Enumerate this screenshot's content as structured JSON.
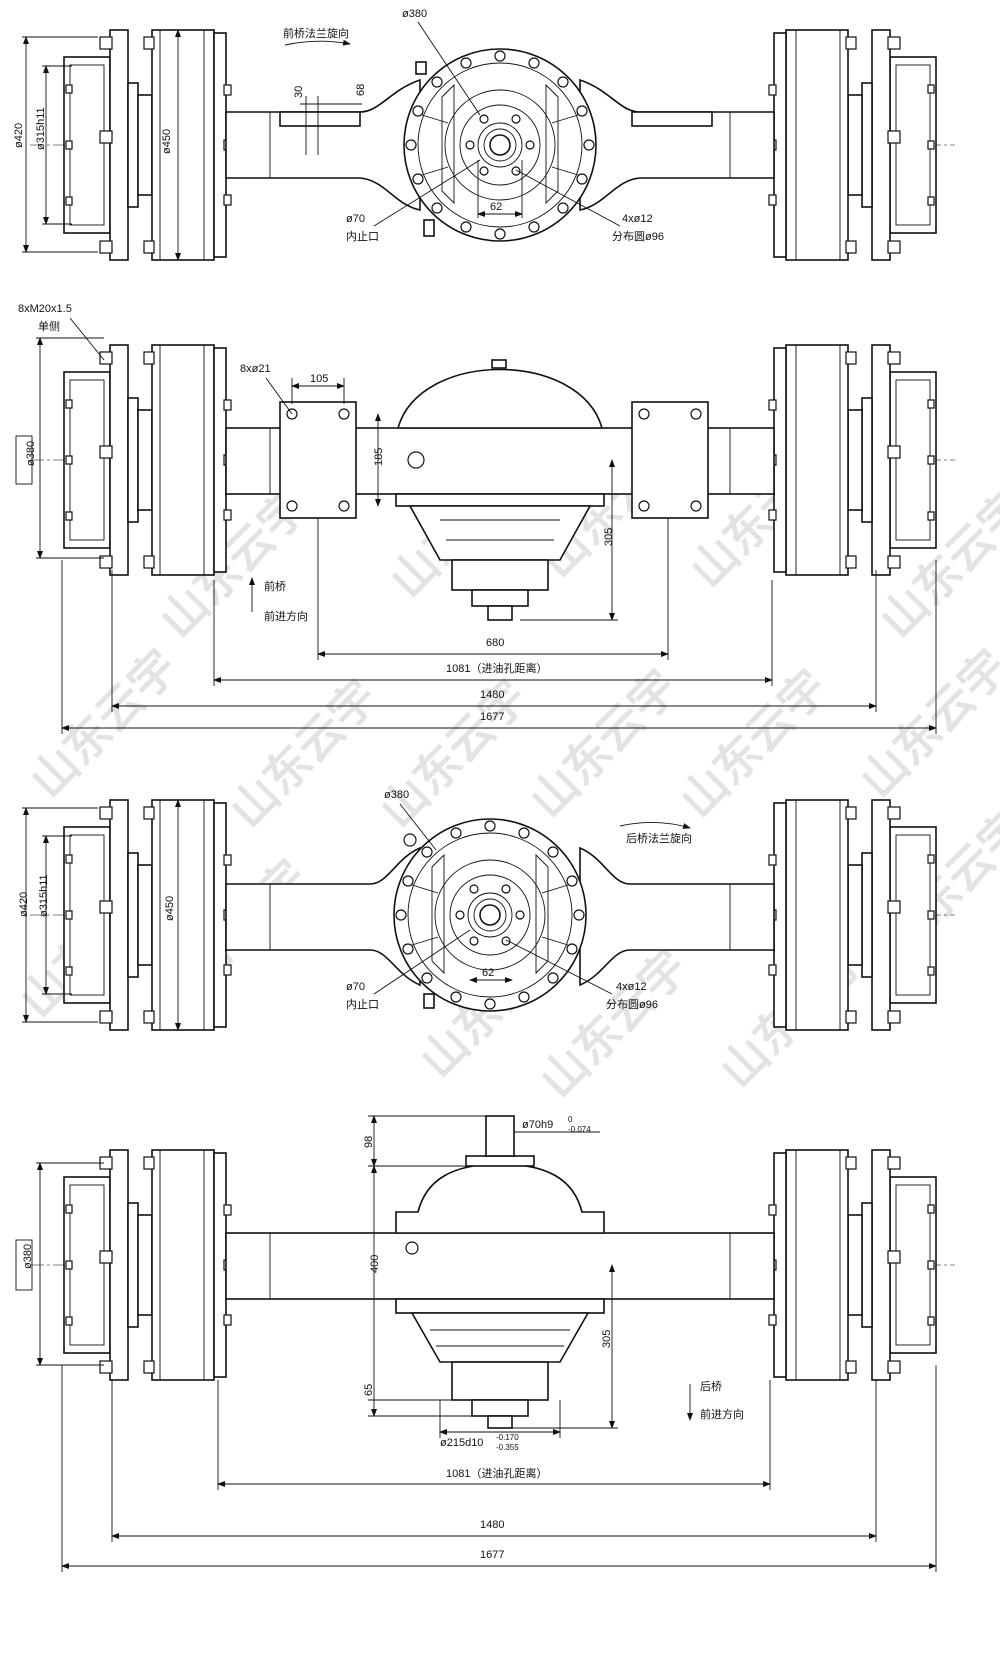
{
  "watermark": "山东云宇",
  "view1": {
    "rotation_label": "前桥法兰旋向",
    "dia_380": "ø380",
    "dia_420": "ø420",
    "dia_315": "ø315h11",
    "dia_450": "ø450",
    "dim_30": "30",
    "dim_68": "68",
    "dim_62": "62",
    "dia_70": "ø70",
    "pilot": "内止口",
    "holes": "4xø12",
    "pcd": "分布圆ø96"
  },
  "view2": {
    "bolt_spec": "8xM20x1.5",
    "bolt_side": "单侧",
    "mount_holes": "8xø21",
    "dim_105": "105",
    "dim_185": "185",
    "dim_305": "305",
    "dia_380": "ø380",
    "direction_title": "前桥",
    "direction_label": "前进方向",
    "dim_680": "680",
    "dim_1081": "1081（进油孔距离）",
    "dim_1480": "1480",
    "dim_1677": "1677"
  },
  "view3": {
    "dia_380": "ø380",
    "rotation_label": "后桥法兰旋向",
    "dia_420": "ø420",
    "dia_315": "ø315h11",
    "dia_450": "ø450",
    "dia_70": "ø70",
    "pilot": "内止口",
    "dim_62": "62",
    "holes": "4xø12",
    "pcd": "分布圆ø96"
  },
  "view4": {
    "dim_98": "98",
    "shaft_dia": "ø70h9",
    "shaft_tol_upper": "0",
    "shaft_tol_lower": "-0.074",
    "dia_380": "ø380",
    "dim_400": "400",
    "dim_305": "305",
    "dim_65": "65",
    "direction_title": "后桥",
    "direction_label": "前进方向",
    "dia_215": "ø215d10",
    "dia_215_upper": "-0.170",
    "dia_215_lower": "-0.355",
    "dim_1081": "1081（进油孔距离）",
    "dim_1480": "1480",
    "dim_1677": "1677"
  }
}
